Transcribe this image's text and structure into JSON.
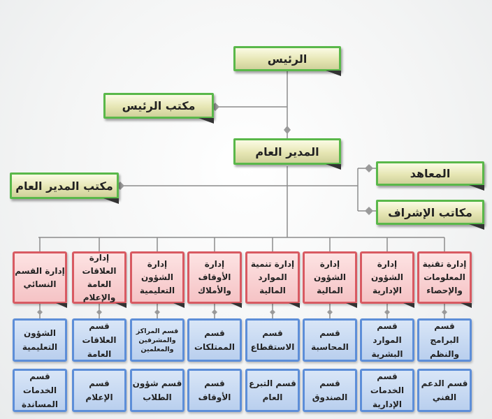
{
  "top": {
    "president": "الرئيس",
    "president_office": "مكتب الرئيس",
    "general_manager": "المدير العام",
    "gm_office": "مكتب المدير العام",
    "institutes": "المعاهد",
    "supervision_offices": "مكاتب الإشراف"
  },
  "departments": [
    {
      "title": "إدارة تقنية المعلومات والإحصاء",
      "sections": [
        "قسم البرامج والنظم",
        "قسم الدعم الفني"
      ]
    },
    {
      "title": "إدارة الشؤون الإدارية",
      "sections": [
        "قسم الموارد البشرية",
        "قسم الخدمات الإدارية"
      ]
    },
    {
      "title": "إدارة الشؤون المالية",
      "sections": [
        "قسم المحاسبة",
        "قسم الصندوق"
      ]
    },
    {
      "title": "إدارة تنمية الموارد المالية",
      "sections": [
        "قسم الاستقطاع",
        "قسم التبرع العام"
      ]
    },
    {
      "title": "إدارة الأوقاف والأملاك",
      "sections": [
        "قسم الممتلكات",
        "قسم الأوقاف"
      ]
    },
    {
      "title": "إدارة الشؤون التعليمية",
      "sections": [
        "قسم المراكز والمشرفين والمعلمين",
        "قسم شؤون الطلاب"
      ]
    },
    {
      "title": "إدارة العلاقات العامة والإعلام",
      "sections": [
        "قسم العلاقات العامة",
        "قسم الإعلام"
      ]
    },
    {
      "title": "إدارة القسم النسائي",
      "sections": [
        "الشؤون التعليمية",
        "قسم الخدمات المساندة"
      ]
    }
  ]
}
